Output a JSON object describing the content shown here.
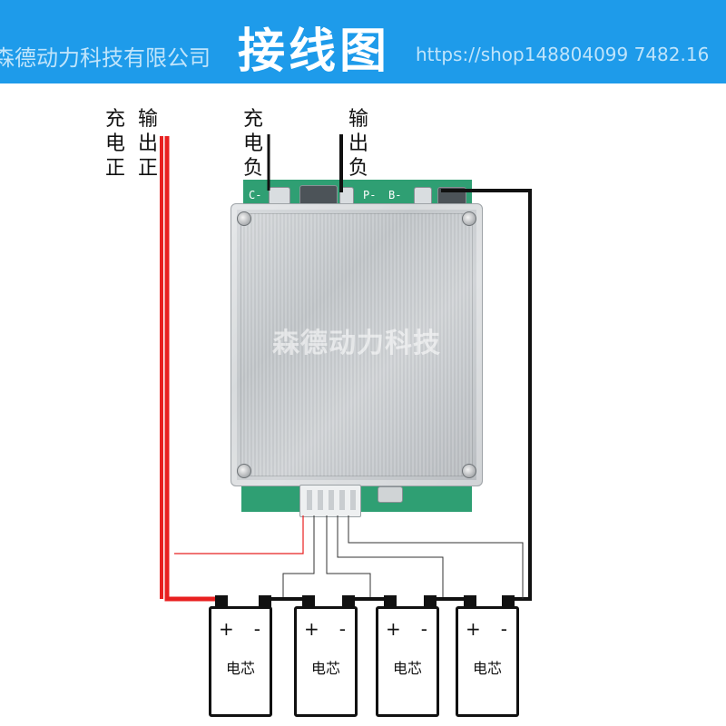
{
  "banner": {
    "left_text": "森德动力科技有限公司",
    "title": "接线图",
    "right_text": "https://shop148804099 7482.16"
  },
  "labels": {
    "charge_positive": "充\n电\n正",
    "output_positive": "输\n出\n正",
    "charge_negative": "充\n电\n负",
    "output_negative": "输\n出\n负"
  },
  "board": {
    "plate_text": "森德动力科技",
    "pad_labels": {
      "c": "C-",
      "p": "P-",
      "b": "B-"
    }
  },
  "cells": [
    {
      "plus": "+",
      "minus": "-",
      "label": "电芯"
    },
    {
      "plus": "+",
      "minus": "-",
      "label": "电芯"
    },
    {
      "plus": "+",
      "minus": "-",
      "label": "电芯"
    },
    {
      "plus": "+",
      "minus": "-",
      "label": "电芯"
    }
  ],
  "colors": {
    "banner": "#1e9bea",
    "pcb": "#2f9f73",
    "positive_wire": "#e82020",
    "negative_wire": "#111111"
  }
}
